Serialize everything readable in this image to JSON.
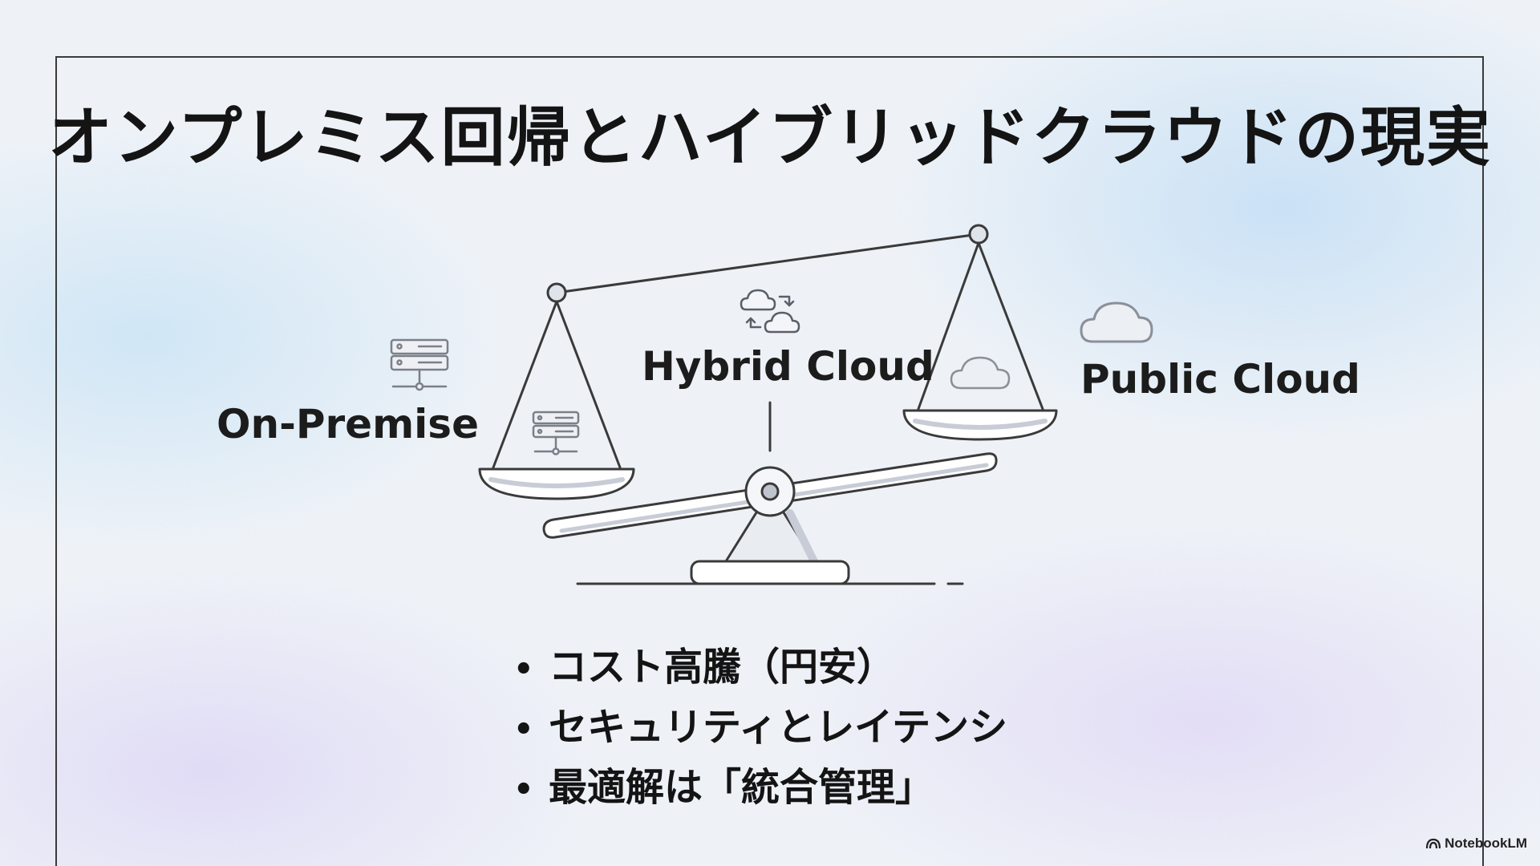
{
  "slide": {
    "title": "オンプレミス回帰とハイブリッドクラウドの現実"
  },
  "diagram": {
    "left_label": "On-Premise",
    "center_label": "Hybrid Cloud",
    "right_label": "Public Cloud",
    "icons": {
      "left": "server-rack-icon",
      "center": "cloud-sync-icon",
      "right": "cloud-icon"
    }
  },
  "bullets": [
    "コスト高騰（円安）",
    "セキュリティとレイテンシ",
    "最適解は「統合管理」"
  ],
  "bullet_glyph": "•",
  "brand": {
    "name": "NotebookLM"
  }
}
